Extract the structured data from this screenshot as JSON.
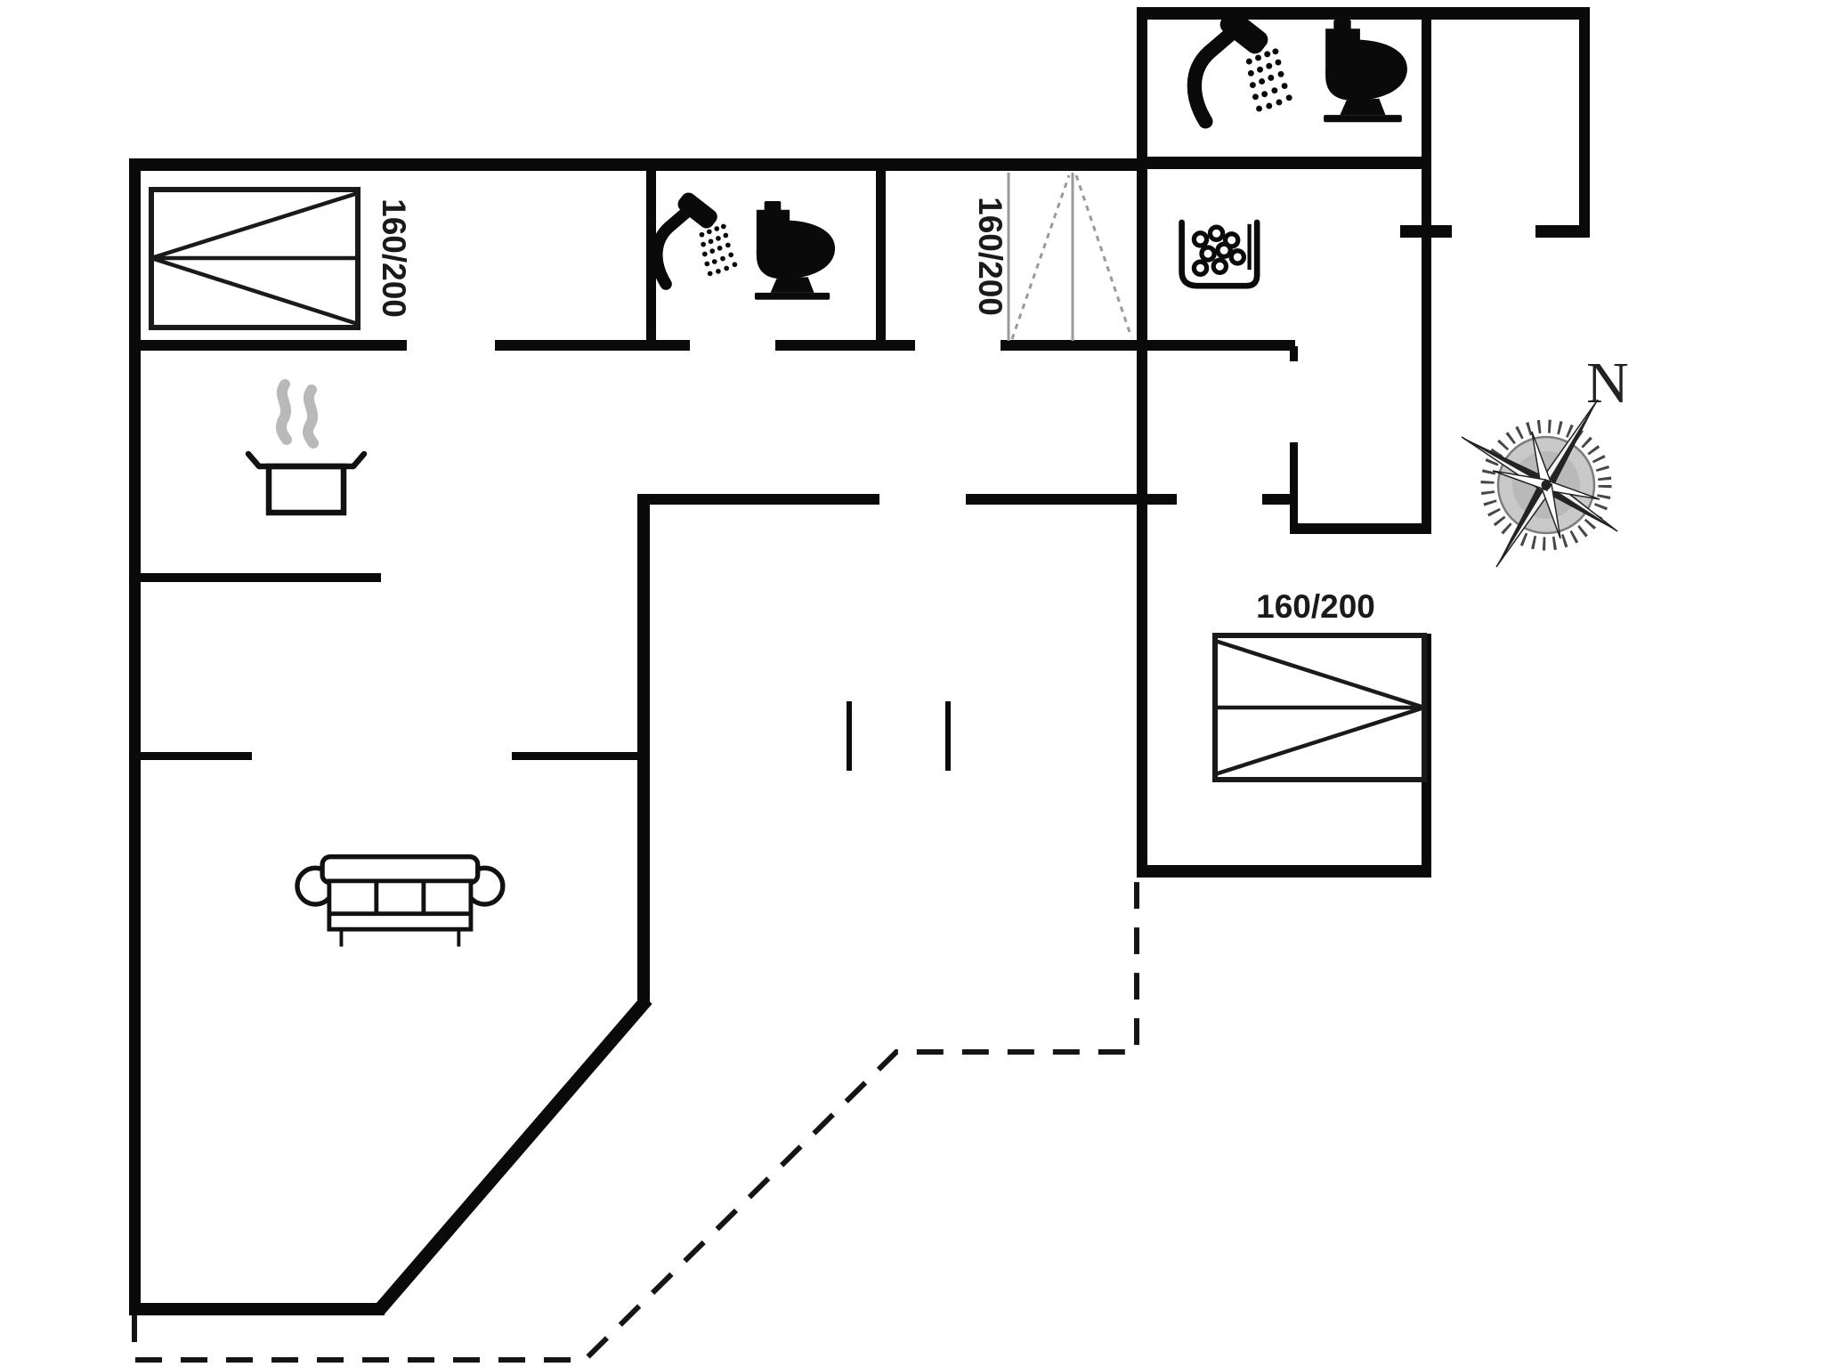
{
  "floorplan": {
    "background": "#ffffff",
    "wall_color": "#0a0a0a",
    "labels": {
      "bed_top_left": "160/200",
      "bed_bunk": "160/200",
      "bed_right": "160/200",
      "compass_north": "N"
    },
    "colors": {
      "steam": "#b9b9b9",
      "bed_dash": "#9a9a9a",
      "compass_disc": "#c9c9c9"
    },
    "icons": [
      "shower-icon",
      "toilet-icon",
      "washbasin-icon",
      "cooking-pot-icon",
      "sofa-icon",
      "compass-rose-icon",
      "door-opening-marker",
      "terrace-dashed-outline"
    ]
  }
}
